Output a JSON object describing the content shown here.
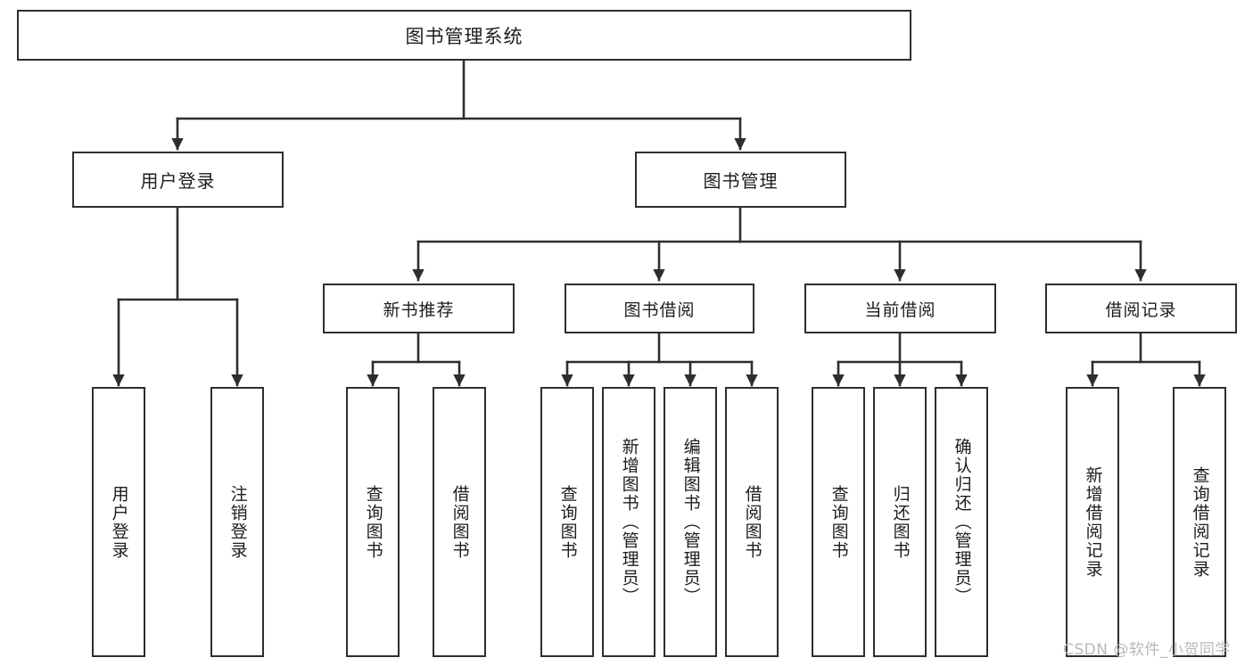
{
  "diagram": {
    "type": "tree-hierarchy-chart",
    "title": "图书管理系统",
    "background_color": "#ffffff",
    "stroke_color": "#2e2e2e",
    "text_color": "#1d1d1d"
  },
  "root": {
    "label": "图书管理系统"
  },
  "level1": [
    {
      "label": "用户登录"
    },
    {
      "label": "图书管理"
    }
  ],
  "level2": [
    {
      "label": "新书推荐"
    },
    {
      "label": "图书借阅"
    },
    {
      "label": "当前借阅"
    },
    {
      "label": "借阅记录"
    }
  ],
  "leaves": {
    "user_login": [
      {
        "label": "用户登录"
      },
      {
        "label": "注销登录"
      }
    ],
    "new_book_recommend": [
      {
        "label": "查询图书"
      },
      {
        "label": "借阅图书"
      }
    ],
    "book_borrow": [
      {
        "label": "查询图书"
      },
      {
        "label": "新增图书（管理员）"
      },
      {
        "label": "编辑图书（管理员）"
      },
      {
        "label": "借阅图书"
      }
    ],
    "current_borrow": [
      {
        "label": "查询图书"
      },
      {
        "label": "归还图书"
      },
      {
        "label": "确认归还（管理员）"
      }
    ],
    "borrow_record": [
      {
        "label": "新增借阅记录"
      },
      {
        "label": "查询借阅记录"
      }
    ]
  },
  "watermark": {
    "text": "CSDN @软件_小贺同学",
    "color": "#b9b9b9"
  }
}
